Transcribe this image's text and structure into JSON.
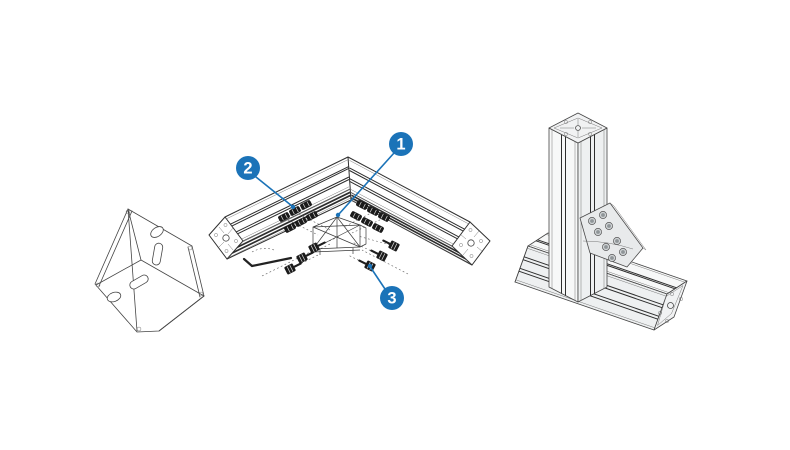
{
  "colors": {
    "callout_blue": "#1b73b8",
    "line_dark": "#454545",
    "background": "#ffffff"
  },
  "callouts": [
    {
      "label": "1",
      "target": "corner-bracket"
    },
    {
      "label": "2",
      "target": "t-nuts"
    },
    {
      "label": "3",
      "target": "socket-screws"
    }
  ]
}
